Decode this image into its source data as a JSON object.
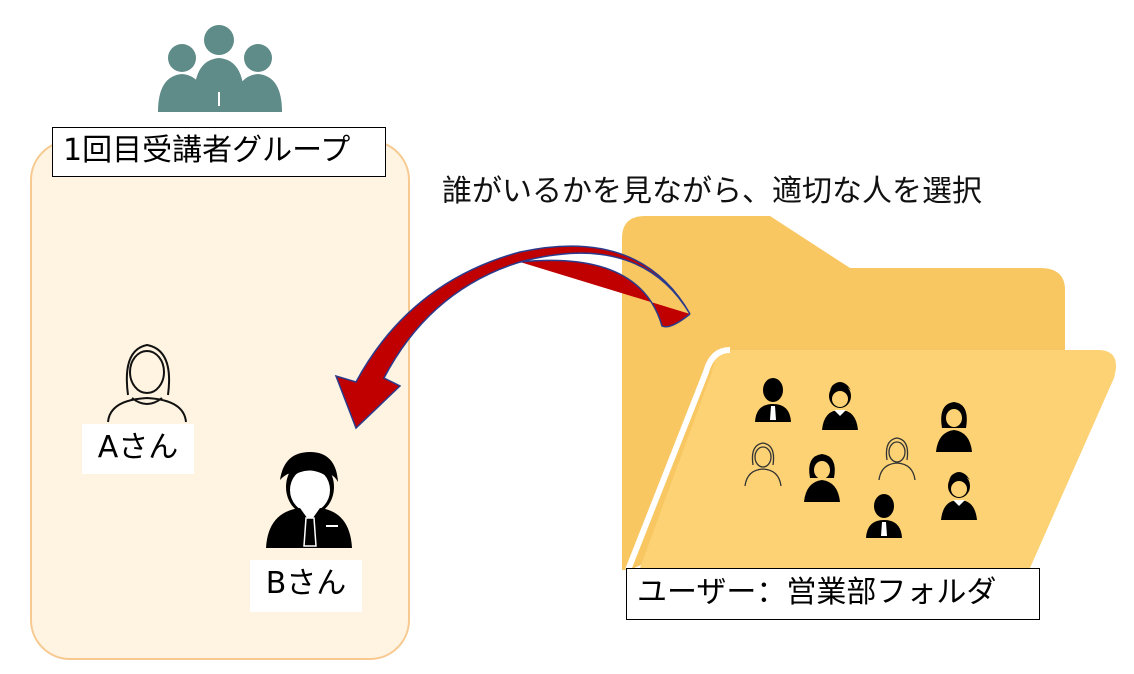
{
  "group": {
    "label": "1回目受講者グループ",
    "icon": "people-group-icon",
    "icon_color": "#5f8c89",
    "panel_color": "#fef4e1",
    "panel_border": "#f7c990"
  },
  "caption": "誰がいるかを見ながら、適切な人を選択",
  "members": [
    {
      "label": "Aさん",
      "icon": "woman-outline-icon"
    },
    {
      "label": "Bさん",
      "icon": "businessman-icon"
    }
  ],
  "folder": {
    "label": "ユーザー：営業部フォルダ",
    "icon": "open-folder-icon",
    "back_color": "#f8c762",
    "front_color": "#fcd274"
  },
  "arrow": {
    "icon": "curved-arrow-icon",
    "color": "#c00000",
    "outline": "#2b3a8c"
  }
}
